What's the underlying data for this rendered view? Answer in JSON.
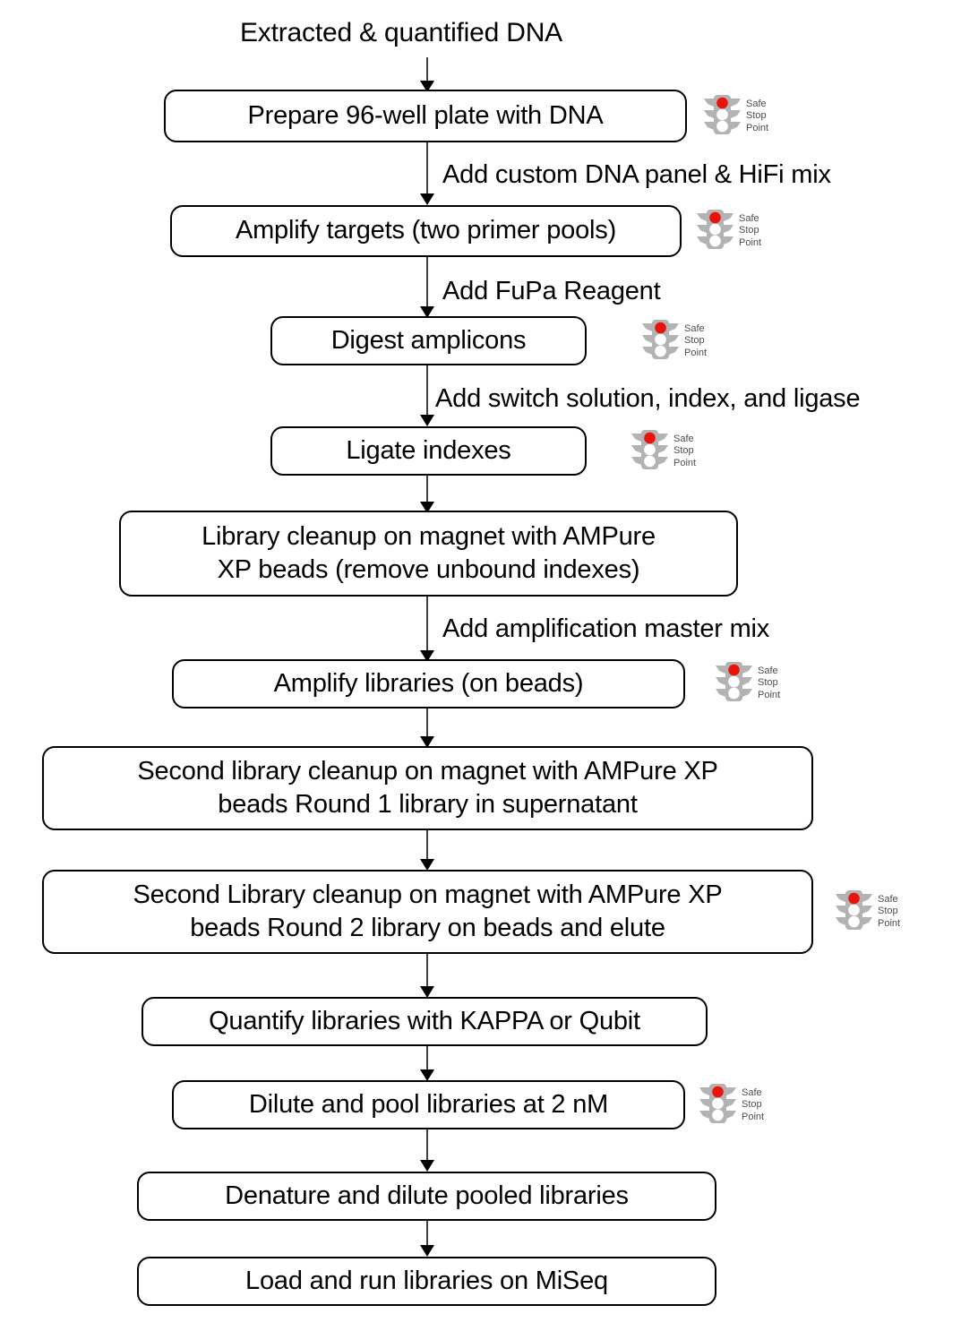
{
  "diagram": {
    "title_text": "Extracted & quantified DNA",
    "type": "flowchart",
    "orientation": "top-to-bottom",
    "colors": {
      "box_border": "#000000",
      "box_fill": "#ffffff",
      "text": "#000000",
      "connector": "#3f3f3f",
      "badge_body": "#b3b3b3",
      "badge_light_on": "#e8140c",
      "badge_light_off": "#ffffff",
      "badge_text": "#4d4d4d"
    },
    "badge": {
      "icon_name": "traffic-light-icon",
      "line1": "Safe",
      "line2": "Stop",
      "line3": "Point"
    },
    "nodes": [
      {
        "id": "n1",
        "label": "Prepare 96-well plate with DNA",
        "has_badge": true
      },
      {
        "id": "n2",
        "label": "Amplify targets (two primer pools)",
        "has_badge": true
      },
      {
        "id": "n3",
        "label": "Digest amplicons",
        "has_badge": true
      },
      {
        "id": "n4",
        "label": "Ligate indexes",
        "has_badge": true
      },
      {
        "id": "n5",
        "label": "Library cleanup on magnet with AMPure XP beads (remove unbound indexes)",
        "has_badge": false
      },
      {
        "id": "n6",
        "label": "Amplify libraries (on beads)",
        "has_badge": true
      },
      {
        "id": "n7",
        "label": "Second library cleanup on magnet with AMPure XP beads Round 1 library in supernatant",
        "has_badge": false
      },
      {
        "id": "n8",
        "label": "Second Library cleanup on magnet with AMPure XP beads Round 2 library on beads and elute",
        "has_badge": true
      },
      {
        "id": "n9",
        "label": "Quantify libraries with KAPPA or Qubit",
        "has_badge": false
      },
      {
        "id": "n10",
        "label": "Dilute and pool libraries at 2 nM",
        "has_badge": true
      },
      {
        "id": "n11",
        "label": "Denature and dilute pooled libraries",
        "has_badge": false
      },
      {
        "id": "n12",
        "label": "Load and run libraries on MiSeq",
        "has_badge": false
      }
    ],
    "edge_labels": [
      {
        "id": "e1",
        "label": "Add custom DNA panel & HiFi mix"
      },
      {
        "id": "e2",
        "label": "Add FuPa Reagent"
      },
      {
        "id": "e3",
        "label": "Add switch solution, index, and ligase"
      },
      {
        "id": "e4",
        "label": "Add amplification master mix"
      }
    ],
    "node_lines": {
      "n5": [
        "Library cleanup on magnet with AMPure",
        "XP beads (remove unbound indexes)"
      ],
      "n7": [
        "Second library cleanup on magnet with AMPure XP",
        "beads Round 1 library in supernatant"
      ],
      "n8": [
        "Second Library cleanup on magnet with AMPure XP",
        "beads Round 2 library on beads and elute"
      ]
    }
  }
}
